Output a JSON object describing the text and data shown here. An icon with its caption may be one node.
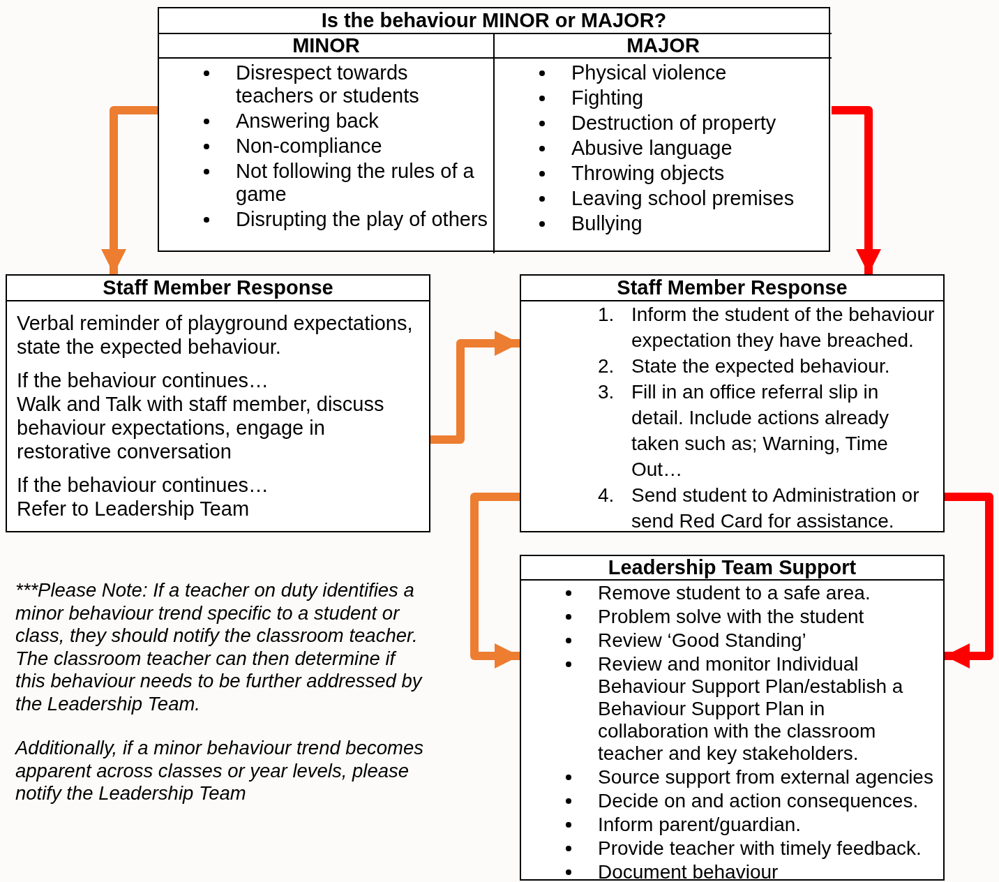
{
  "diagram": {
    "nodes": [
      {
        "text": [
          "Is the behaviour MINOR or MAJOR?"
        ]
      },
      {
        "text": [
          "MINOR",
          "Disrespect towards teachers or students",
          "Answering back",
          "Non-compliance",
          "Not following the rules of a game",
          "Disrupting the play of others"
        ],
        "in": 0
      },
      {
        "text": [
          "MAJOR",
          "Physical violence",
          "Fighting",
          "Destruction of property",
          "Abusive language",
          "Throwing objects",
          "Leaving school premises",
          "Bullying"
        ],
        "in": 0
      },
      {
        "text": [
          "Staff Member Response",
          "Verbal reminder of playground expectations, state the expected behaviour.",
          "If the behaviour continues…",
          "Walk and Talk with staff member, discuss behaviour expectations, engage in restorative conversation",
          "If the behaviour continues…",
          "Refer to Leadership Team"
        ]
      },
      {
        "text": [
          "Staff Member Response",
          "1.",
          "Inform the student of the behaviour expectation they have breached.",
          "2.",
          "State the expected behaviour.",
          "3.",
          "Fill in an office referral slip in detail. Include actions already taken such as; Warning, Time Out…",
          "4.",
          "Send student to Administration or send Red Card for assistance."
        ]
      },
      {
        "text": [
          "Leadership Team Support",
          "Remove student to a safe area.",
          "Problem solve with the student",
          "Review ‘Good Standing’",
          "Review and monitor Individual Behaviour Support Plan/establish a Behaviour Support Plan in collaboration with the classroom teacher and key stakeholders.",
          "Source support from external agencies",
          "Decide on and action consequences.",
          "Inform parent/guardian.",
          "Provide teacher with timely feedback.",
          "Document behaviour"
        ]
      }
    ],
    "edges": [
      {
        "from": 1,
        "to": 3,
        "arrow": "to",
        "color": "#ed7d31"
      },
      {
        "from": 2,
        "to": 4,
        "arrow": "to",
        "color": "#ff0000"
      },
      {
        "from": 3,
        "to": 4,
        "arrow": "to",
        "color": "#ed7d31"
      },
      {
        "from": 4,
        "to": 5,
        "arrow": "to",
        "color": "#ed7d31"
      },
      {
        "from": 4,
        "to": 5,
        "arrow": "to",
        "color": "#ff0000"
      }
    ],
    "labels": [
      "***Please Note: If a teacher on duty identifies a minor behaviour trend specific to a student or class, they should notify the classroom teacher. The classroom teacher can then determine if this behaviour needs to be further addressed by the Leadership Team.",
      "Additionally, if a minor behaviour trend becomes apparent across classes or year levels, please notify the Leadership Team"
    ]
  }
}
